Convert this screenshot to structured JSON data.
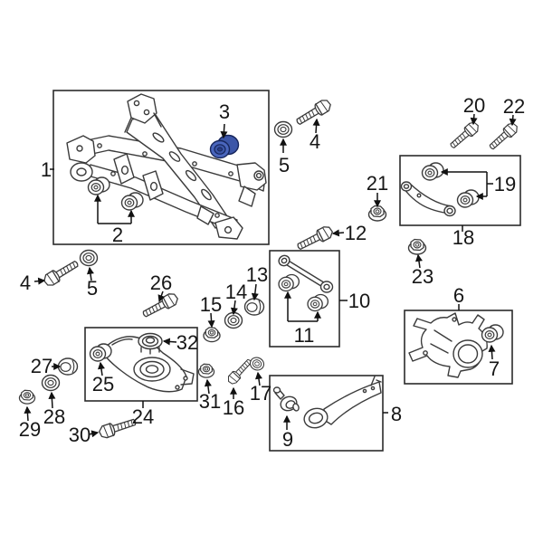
{
  "diagram": {
    "kind": "exploded-parts-diagram",
    "selected_part": "3",
    "colors": {
      "background": "#ffffff",
      "line": "#3b3b3b",
      "label": "#161616",
      "highlight_fill": "#3c56a8",
      "highlight_light": "#4a66bd",
      "highlight_stroke": "#17265c"
    }
  },
  "labels": {
    "p1": "1",
    "p2": "2",
    "p3": "3",
    "p4": "4",
    "p4b": "4",
    "p5": "5",
    "p5b": "5",
    "p6": "6",
    "p7": "7",
    "p8": "8",
    "p9": "9",
    "p10": "10",
    "p11": "11",
    "p12": "12",
    "p13": "13",
    "p14": "14",
    "p15": "15",
    "p16": "16",
    "p17": "17",
    "p18": "18",
    "p19": "19",
    "p20": "20",
    "p21": "21",
    "p22": "22",
    "p23": "23",
    "p24": "24",
    "p25": "25",
    "p26": "26",
    "p27": "27",
    "p28": "28",
    "p29": "29",
    "p30": "30",
    "p31": "31",
    "p32": "32"
  }
}
